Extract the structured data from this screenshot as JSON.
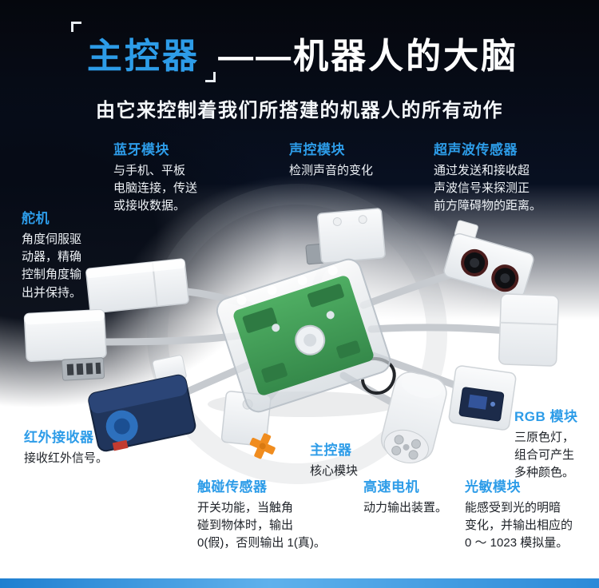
{
  "header": {
    "title_highlight": "主控器",
    "title_rest": "——机器人的大脑",
    "subtitle": "由它来控制着我们所搭建的机器人的所有动作"
  },
  "labels": {
    "bluetooth": {
      "name": "蓝牙模块",
      "desc": "与手机、平板\n电脑连接，传送\n或接收数据。"
    },
    "sound": {
      "name": "声控模块",
      "desc": "检测声音的变化"
    },
    "ultrasonic": {
      "name": "超声波传感器",
      "desc": "通过发送和接收超\n声波信号来探测正\n前方障碍物的距离。"
    },
    "servo": {
      "name": "舵机",
      "desc": "角度伺服驱\n动器，精确\n控制角度输\n出并保持。"
    },
    "ir": {
      "name": "红外接收器",
      "desc": "接收红外信号。"
    },
    "touch": {
      "name": "触碰传感器",
      "desc": "开关功能，当触角\n碰到物体时，输出\n0(假)，否则输出 1(真)。"
    },
    "hub": {
      "name": "主控器",
      "desc": "核心模块"
    },
    "motor": {
      "name": "高速电机",
      "desc": "动力输出装置。"
    },
    "rgb": {
      "name": "RGB 模块",
      "desc": "三原色灯，\n组合可产生\n多种颜色。"
    },
    "light": {
      "name": "光敏模块",
      "desc": "能感受到光的明暗\n变化，并输出相应的\n0 ～ 1023 模拟量。"
    }
  },
  "colors": {
    "accent_blue": "#2d9ce8",
    "background_dark": "#070c16",
    "background_light": "#ffffff",
    "cable_gray": "#c6cacf",
    "pcb_green": "#3c9e52",
    "touch_axle_orange": "#f08c1e",
    "ir_module_navy": "#20355c",
    "bottom_bar_blue": "#2b8ad8"
  }
}
